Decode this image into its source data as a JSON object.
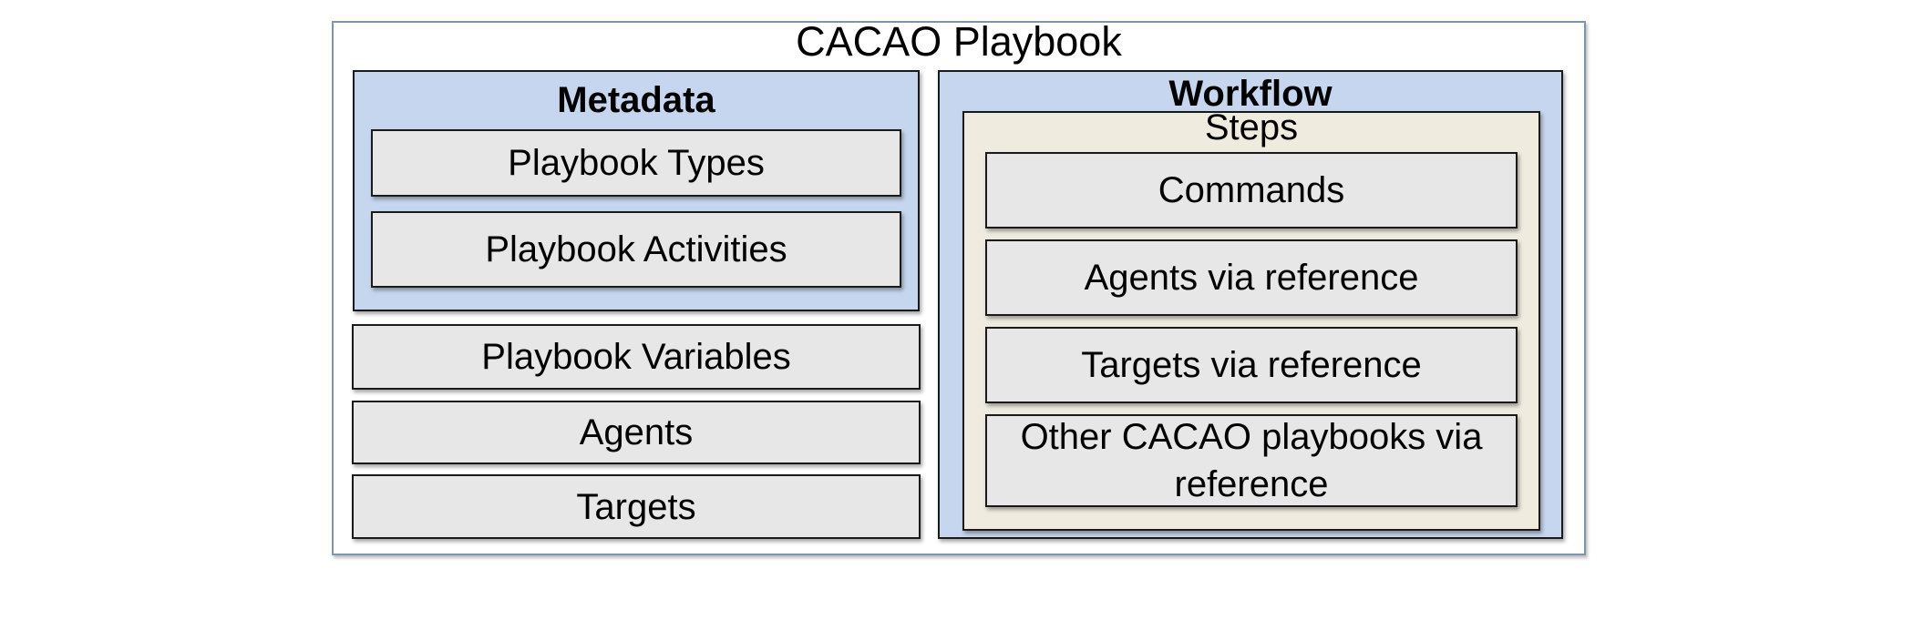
{
  "title": "CACAO Playbook",
  "metadata": {
    "heading": "Metadata",
    "items": [
      "Playbook Types",
      "Playbook Activities"
    ]
  },
  "standalone": [
    "Playbook Variables",
    "Agents",
    "Targets"
  ],
  "workflow": {
    "heading": "Workflow",
    "steps": {
      "heading": "Steps",
      "items": [
        "Commands",
        "Agents via reference",
        "Targets via reference",
        "Other CACAO playbooks via reference"
      ]
    }
  },
  "colors": {
    "metadata_fill": "#c6d6ee",
    "workflow_fill": "#c6d6ee",
    "steps_fill": "#efebdf",
    "item_fill": "#e7e7e7"
  }
}
